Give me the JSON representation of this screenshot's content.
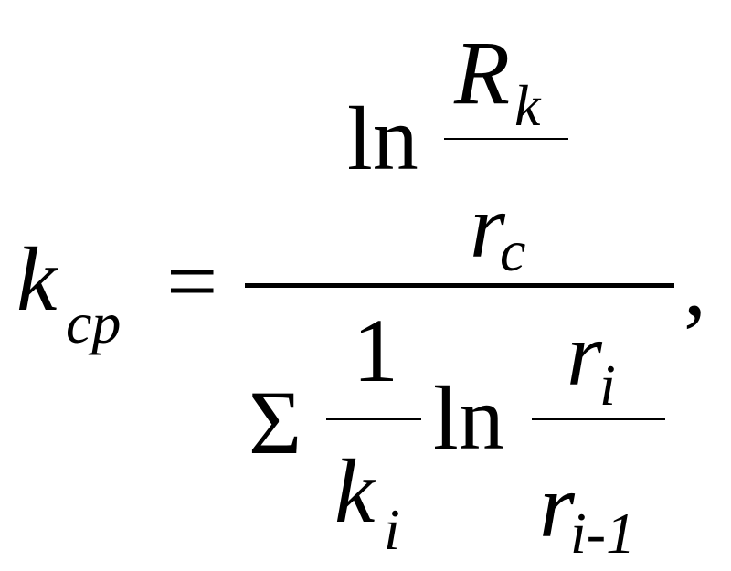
{
  "formula": {
    "lhs": {
      "base": "k",
      "sub": "cp"
    },
    "equals": "=",
    "numerator": {
      "ln": "ln",
      "frac_top": {
        "base": "R",
        "sub": "k"
      },
      "frac_bottom": {
        "base": "r",
        "sub": "c"
      }
    },
    "denominator": {
      "sum": "Σ",
      "frac1_top": "1",
      "frac1_bottom": {
        "base": "k",
        "sub": "i"
      },
      "ln": "ln",
      "frac2_top": {
        "base": "r",
        "sub": "i"
      },
      "frac2_bottom": {
        "base": "r",
        "sub": "i-1"
      }
    },
    "trailing": ","
  }
}
